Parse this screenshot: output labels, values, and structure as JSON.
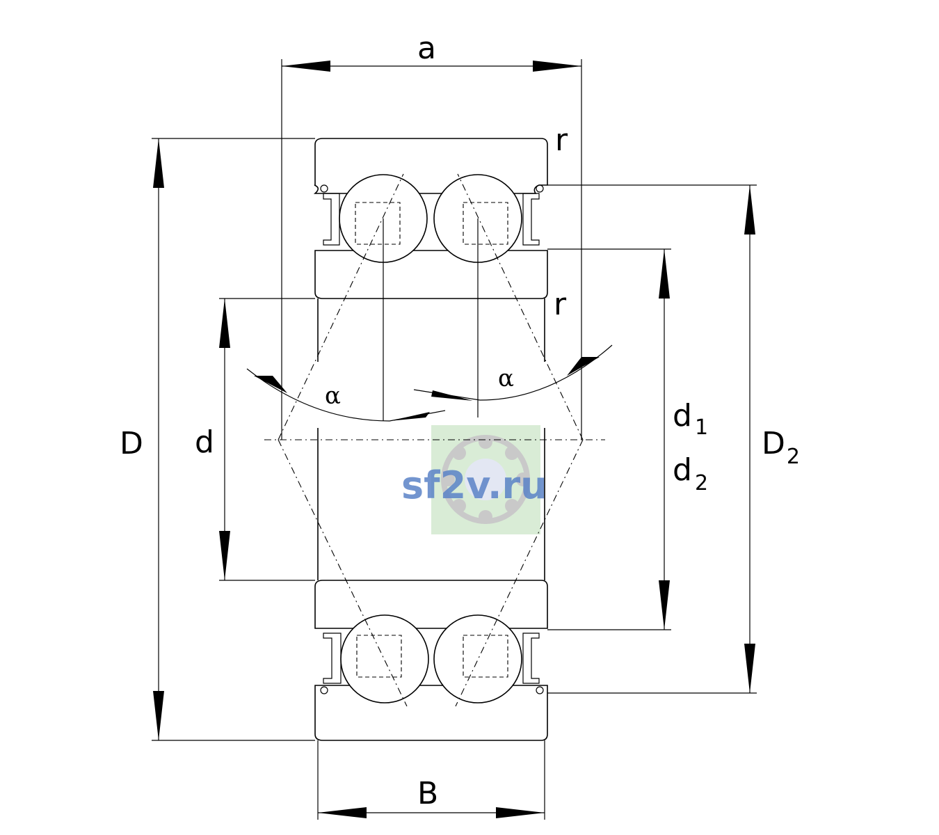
{
  "dimensions": {
    "a": "a",
    "r_top": "r",
    "r_mid": "r",
    "alpha_left": "α",
    "alpha_right": "α",
    "D": "D",
    "d": "d",
    "d1_base": "d",
    "d1_sub": "1",
    "d2_base": "d",
    "d2_sub": "2",
    "D2_base": "D",
    "D2_sub": "2",
    "B": "B"
  },
  "watermark": {
    "text": "sf2v.ru",
    "colors": {
      "text": "#5b83c7",
      "panel": "#d9ecd6",
      "balls": "#c9c9c9"
    }
  },
  "hatch_color": "#000000",
  "background": "#ffffff"
}
